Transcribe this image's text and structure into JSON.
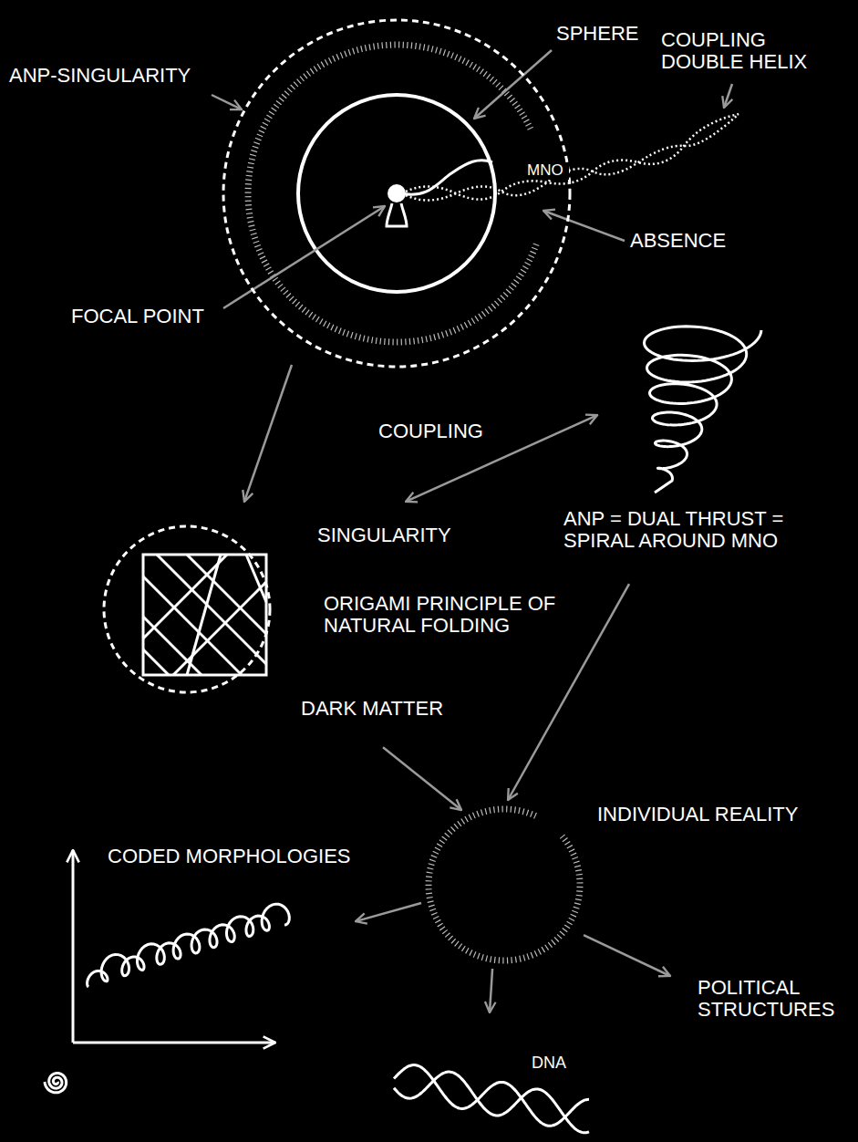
{
  "diagram": {
    "nodes": [
      {
        "text": [
          "ANP-SINGULARITY"
        ]
      },
      {
        "text": [
          "SINGULARITY",
          "ORIGAMI PRINCIPLE OF NATURAL FOLDING"
        ]
      },
      {
        "text": [
          "ANP = DUAL THRUST = SPIRAL AROUND MNO"
        ]
      },
      {
        "text": [
          "DARK MATTER"
        ]
      },
      {
        "text": [
          "INDIVIDUAL REALITY"
        ]
      },
      {
        "text": [
          "CODED MORPHOLOGIES"
        ]
      },
      {
        "text": [
          "POLITICAL STRUCTURES"
        ]
      },
      {
        "text": [
          "DNA"
        ]
      }
    ],
    "edges": [
      {
        "from": 0,
        "to": 1,
        "arrow": "to"
      },
      {
        "from": 1,
        "to": 2,
        "label": "COUPLING",
        "arrow": "both"
      },
      {
        "from": 2,
        "to": 4,
        "arrow": "to"
      },
      {
        "from": 3,
        "to": 4,
        "arrow": "to"
      },
      {
        "from": 4,
        "to": 5,
        "arrow": "to"
      },
      {
        "from": 4,
        "to": 6,
        "arrow": "to"
      },
      {
        "from": 4,
        "to": 7,
        "arrow": "to"
      }
    ],
    "labels": [
      "SPHERE",
      "COUPLING DOUBLE HELIX",
      "MNO",
      "ABSENCE",
      "FOCAL POINT"
    ]
  }
}
